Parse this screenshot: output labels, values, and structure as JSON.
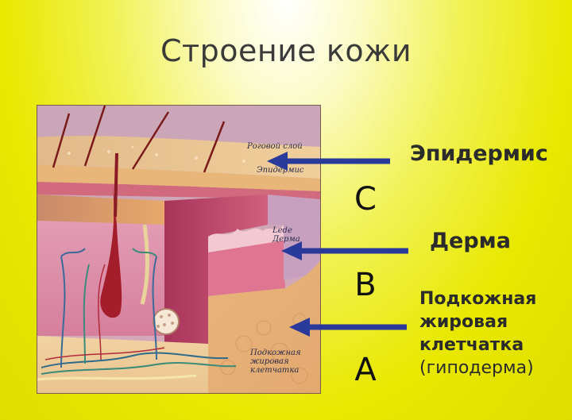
{
  "title": "Строение кожи",
  "illustration": {
    "labels": {
      "horny_layer": "Роговой слой",
      "epidermis": "Эпидермис",
      "dermis": "Lede Дерма",
      "hypodermis_line1": "Подкожная",
      "hypodermis_line2": "жировая",
      "hypodermis_line3": "клетчатка"
    }
  },
  "layers": {
    "epidermis": "Эпидермис",
    "dermis": "Дерма",
    "hypodermis_line1": "Подкожная",
    "hypodermis_line2": "жировая",
    "hypodermis_line3": "клетчатка",
    "hypodermis_alt": "(гиподерма)"
  },
  "letters": {
    "c": "C",
    "b": "B",
    "a": "A"
  },
  "colors": {
    "arrow": "#2a3a9a",
    "background": "#e8e800"
  }
}
